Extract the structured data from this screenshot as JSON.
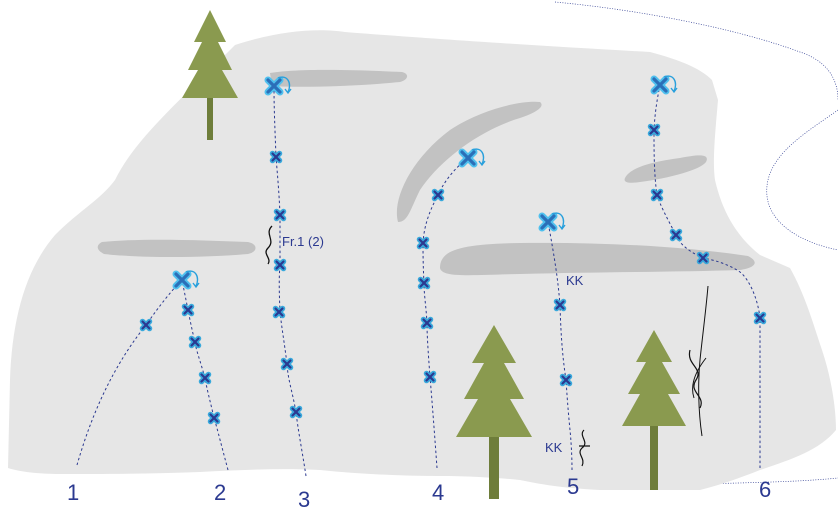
{
  "diagram": {
    "routes": [
      {
        "label": "1"
      },
      {
        "label": "2"
      },
      {
        "label": "3"
      },
      {
        "label": "4"
      },
      {
        "label": "5"
      },
      {
        "label": "6"
      }
    ],
    "notes": {
      "route3_note": "Fr.1 (2)",
      "route5_note_upper": "KK",
      "route5_note_lower": "KK"
    },
    "colors": {
      "rock": "#e6e6e6",
      "ledge": "#bfbfbf",
      "tree": "#8a9a4f",
      "trunk": "#6e7d3a",
      "route_line": "#2b3990",
      "bolt_halo": "#39a9dc",
      "water_line": "#2b3990"
    },
    "icons": [
      "tree-icon",
      "bolt-icon",
      "anchor-icon",
      "crack-symbol-icon"
    ]
  }
}
